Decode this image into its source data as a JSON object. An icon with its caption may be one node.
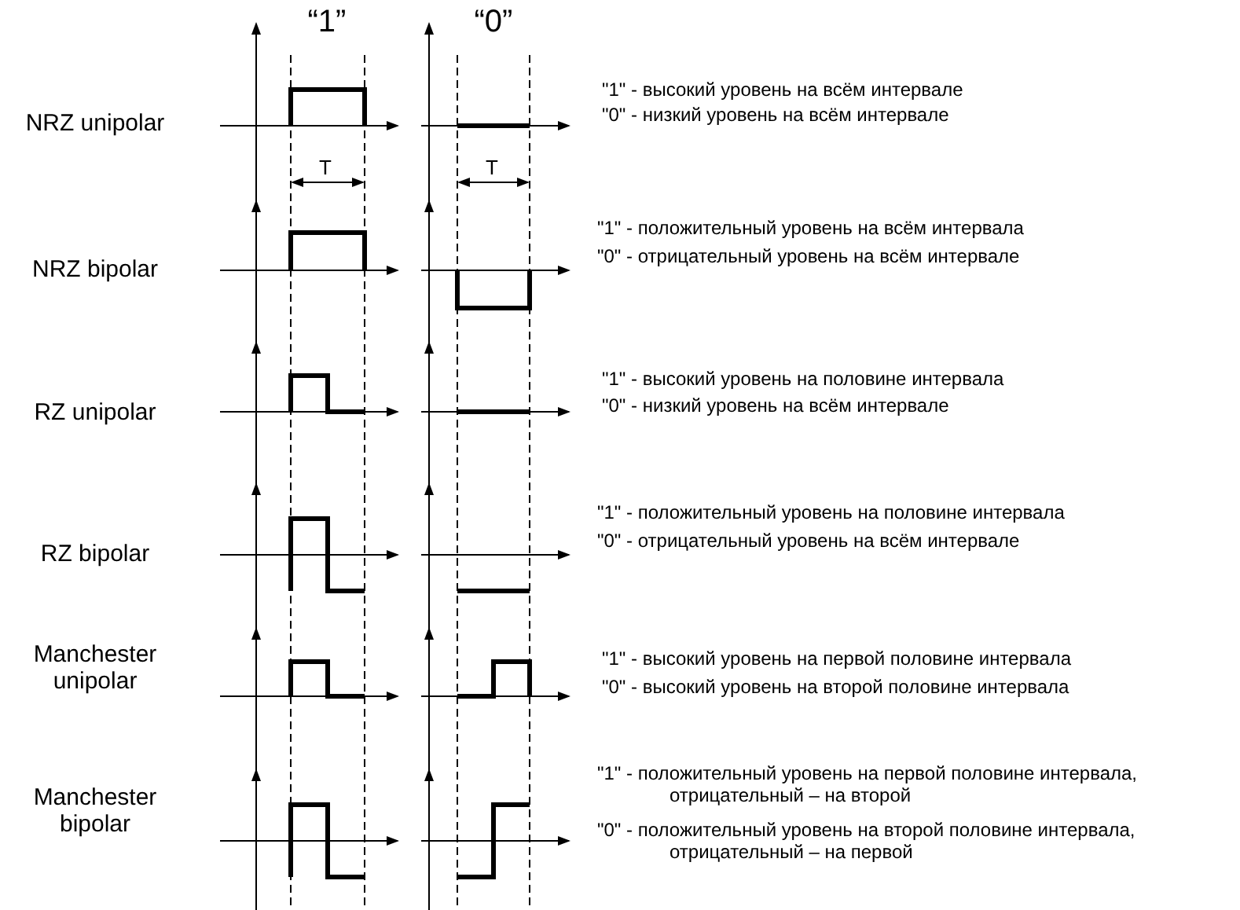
{
  "diagram": {
    "labels": [
      "“1”",
      "“0”",
      "NRZ unipolar",
      "\"1\" - высокий уровень на всём интервале",
      "\"0\" - низкий уровень на всём интервале",
      "T",
      "T",
      "NRZ bipolar",
      "\"1\" - положительный уровень на всём интервала",
      "\"0\" - отрицательный уровень на всём интервале",
      "RZ unipolar",
      "\"1\" - высокий уровень на половине интервала",
      "\"0\" - низкий уровень на всём интервале",
      "RZ bipolar",
      "\"1\" - положительный уровень на половине интервала",
      "\"0\" - отрицательный уровень на всём интервале",
      "Manchester unipolar",
      "\"1\" - высокий уровень на первой половине интервала",
      "\"0\" - высокий уровень на второй половине интервала",
      "Manchester bipolar",
      "\"1\" - положительный уровень на первой половине интервала, отрицательный – на второй",
      "\"0\" - положительный уровень на второй половине интервала, отрицательный – на первой"
    ]
  }
}
